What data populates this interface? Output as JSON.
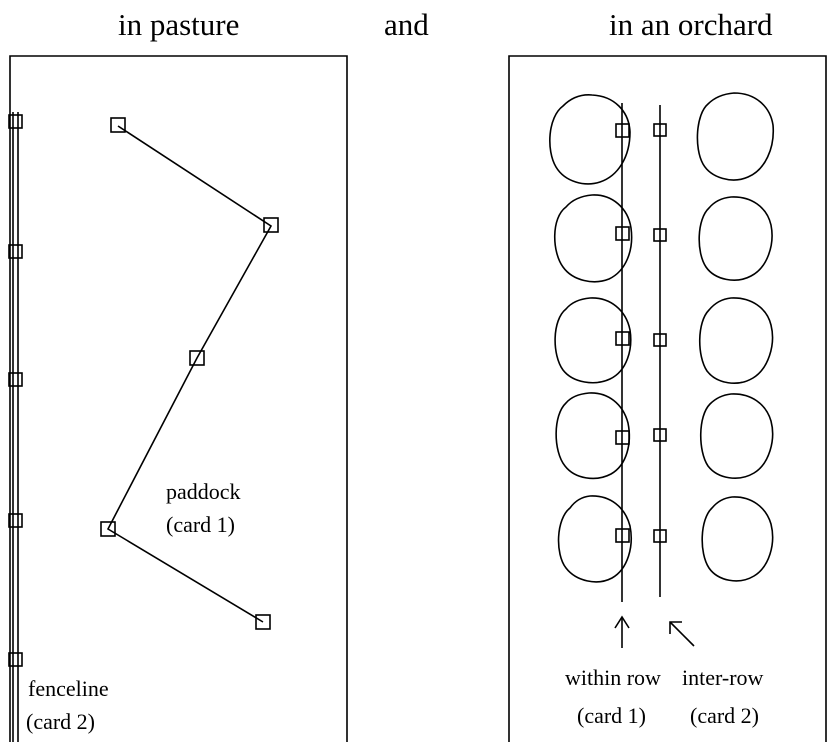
{
  "headings": {
    "pasture": "in pasture",
    "and": "and",
    "orchard": "in an orchard"
  },
  "pasture_panel": {
    "paddock_label_line1": "paddock",
    "paddock_label_line2": "(card 1)",
    "fenceline_label_line1": "fenceline",
    "fenceline_label_line2": "(card 2)"
  },
  "orchard_panel": {
    "within_row_label_line1": "within row",
    "within_row_label_line2": "(card 1)",
    "inter_row_label_line1": "inter-row",
    "inter_row_label_line2": "(card 2)"
  },
  "colors": {
    "ink": "#000000",
    "background": "#ffffff"
  }
}
